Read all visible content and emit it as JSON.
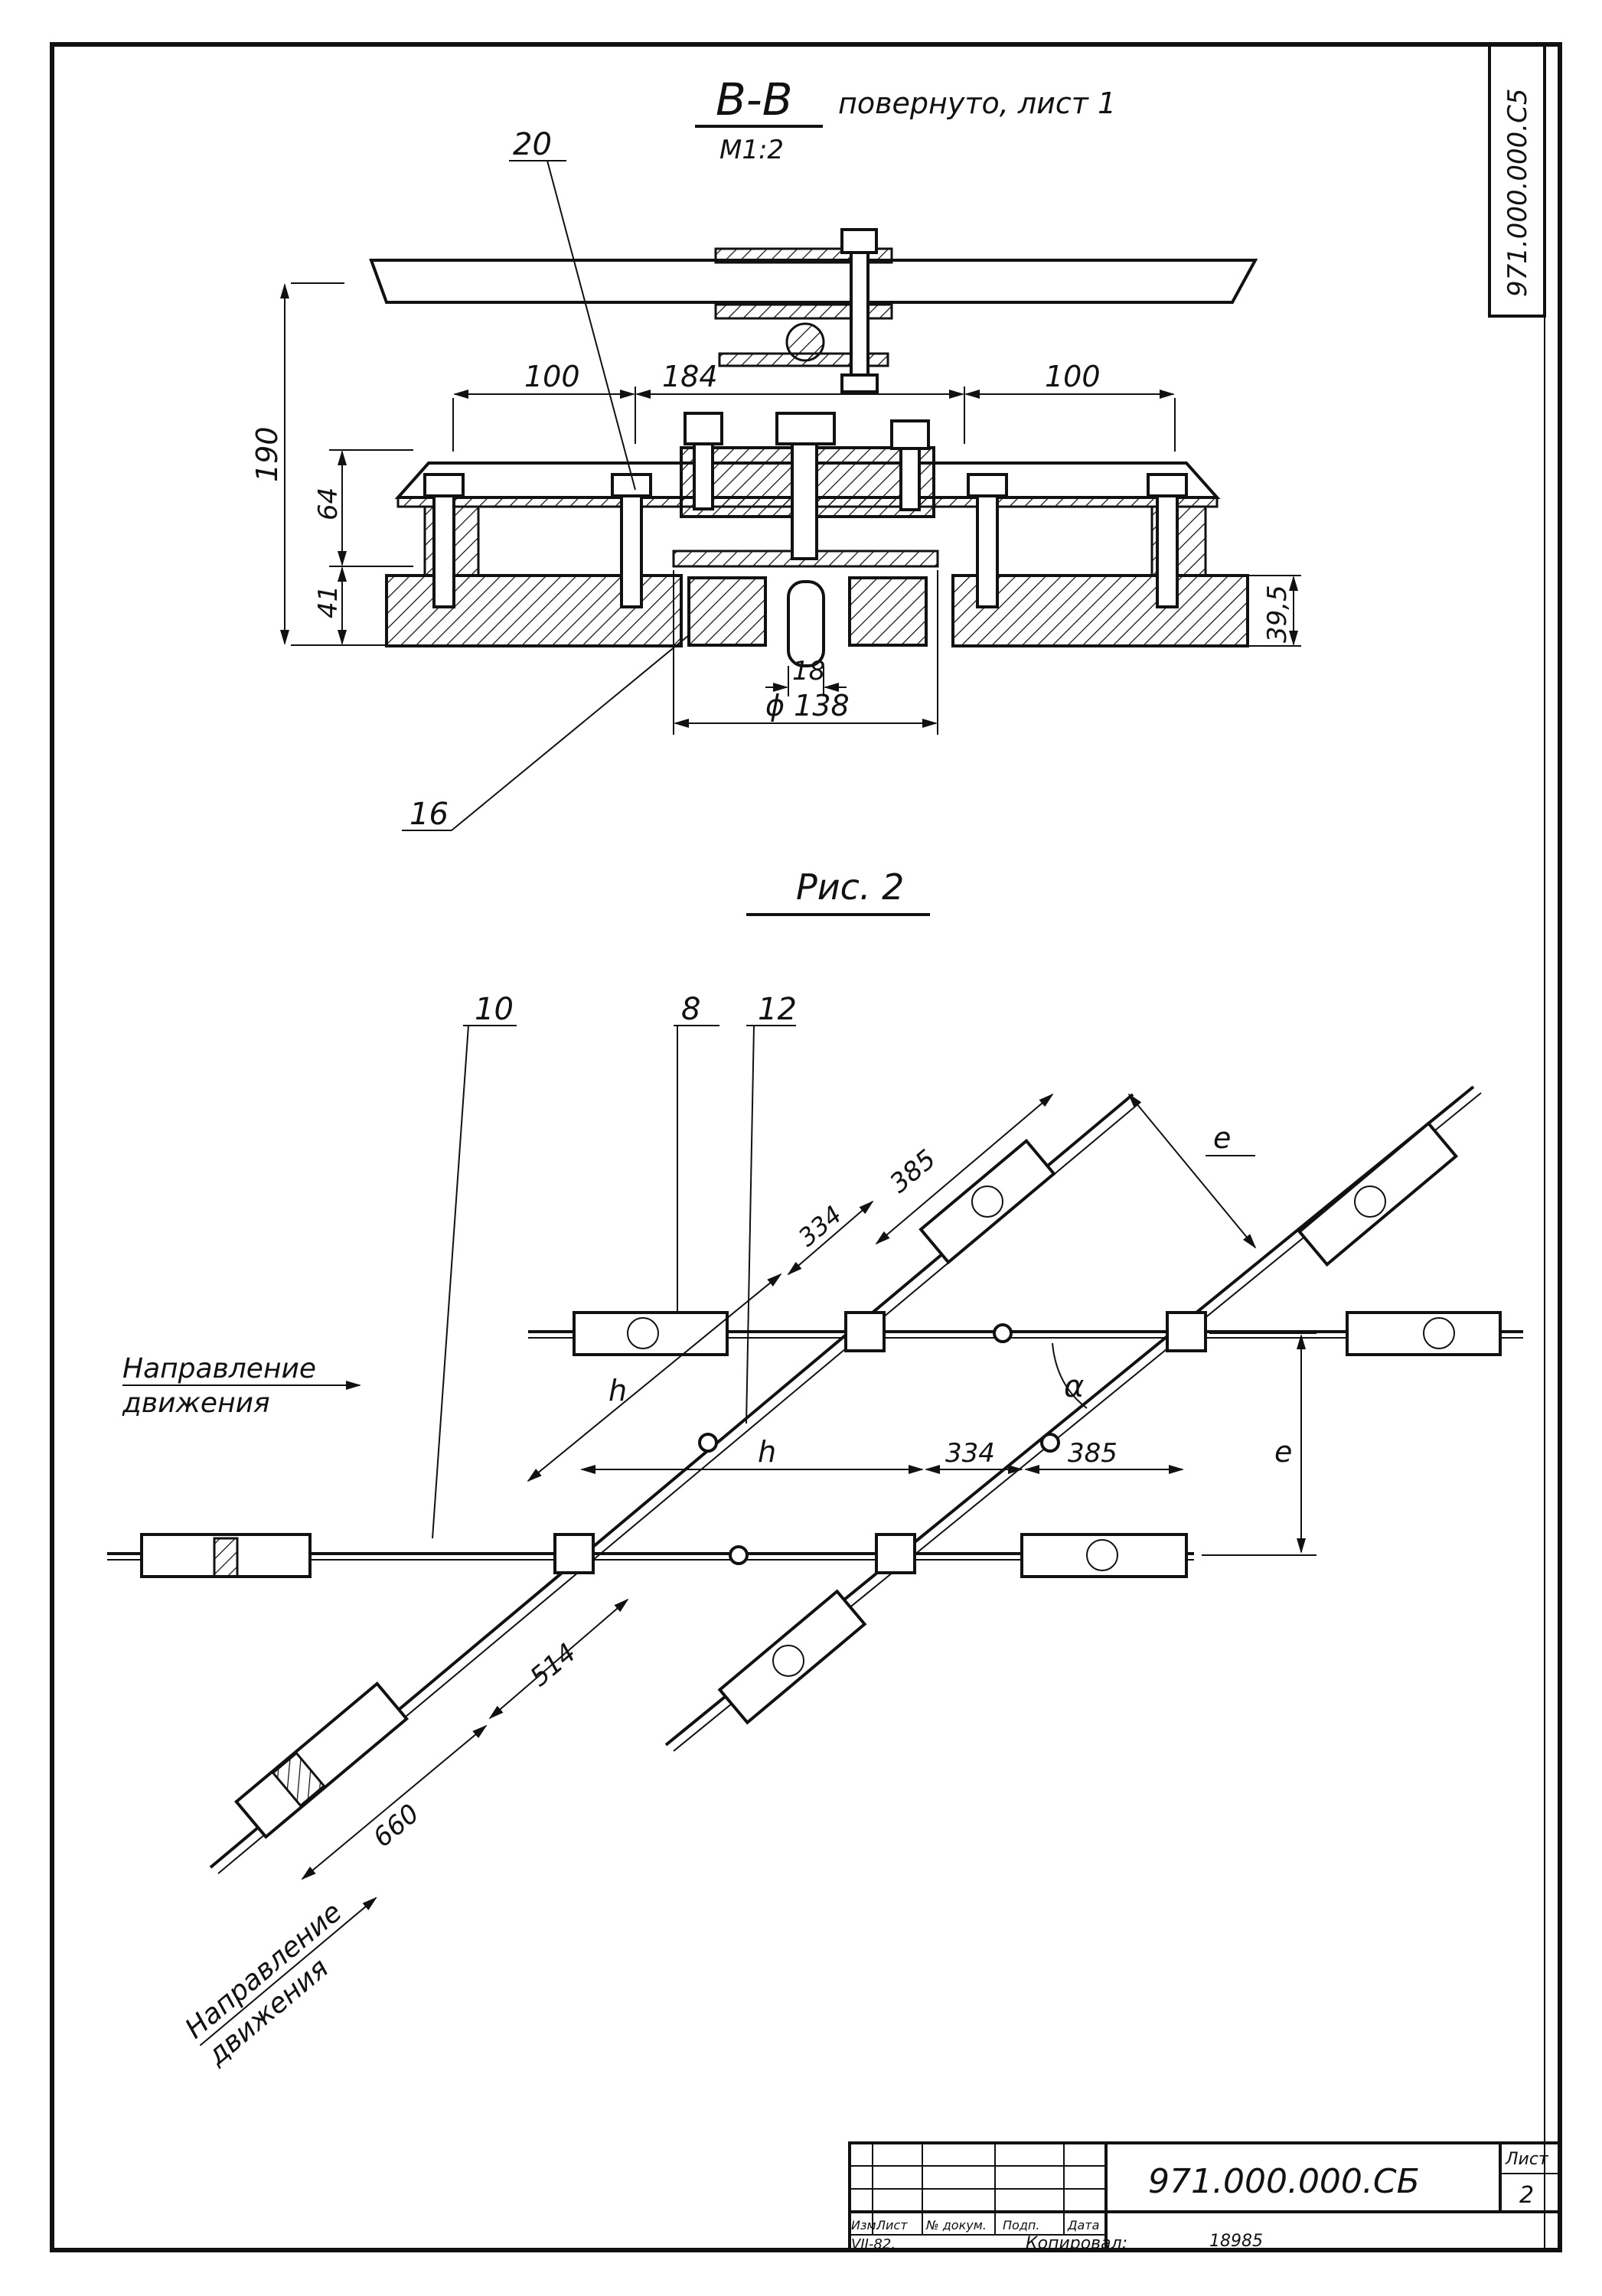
{
  "stamp_code_vertical": "971.000.000.С5",
  "section": {
    "label": "В-В",
    "note": "повернуто, лист 1",
    "scale": "М1:2",
    "callouts": {
      "bolt": "20",
      "bushing": "16"
    },
    "dims": {
      "left_width": "100",
      "center_width": "184",
      "right_width": "100",
      "total_height": "190",
      "upper_height": "64",
      "lower_height": "41",
      "base_height": "39,5",
      "pin_diameter": "18",
      "flange_diameter": "ϕ 138"
    }
  },
  "figure": {
    "caption": "Рис. 2",
    "callouts": {
      "c10": "10",
      "c8": "8",
      "c12": "12"
    },
    "direction_label_line1": "Направление",
    "direction_label_line2": "движения",
    "dims": {
      "d385_top": "385",
      "d334_top": "334",
      "e_top": "e",
      "h_diag": "h",
      "h_horiz": "h",
      "d334_mid": "334",
      "d385_mid": "385",
      "e_right": "e",
      "d514": "514",
      "d660": "660",
      "alpha": "α"
    }
  },
  "title_block": {
    "doc_code": "971.000.000.СБ",
    "sheet_label": "Лист",
    "sheet_number": "2",
    "col_izm": "Изм.",
    "col_list": "Лист",
    "col_doc": "№ докум.",
    "col_sign": "Подп.",
    "col_date": "Дата",
    "date_value": "VII-82.",
    "copied_label": "Копировал:",
    "archive_no": "18985"
  }
}
